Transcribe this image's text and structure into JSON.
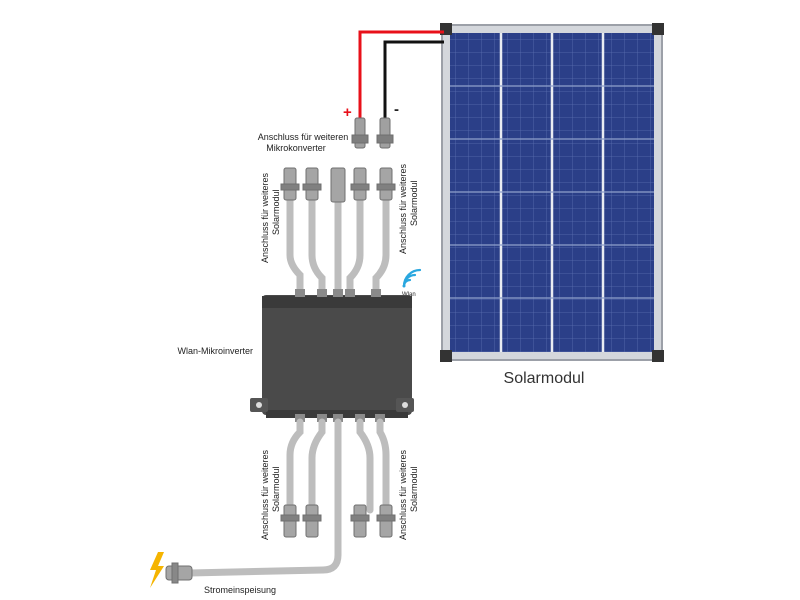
{
  "labels": {
    "mikro_connector_line1": "Anschluss für weiteren",
    "mikro_connector_line2": "Mikrokonverter",
    "solar_connector_line1": "Anschluss für weiteres",
    "solar_connector_line2": "Solarmodul",
    "inverter": "Wlan-Mikroinverter",
    "wlan": "Wlan",
    "solar_panel": "Solarmodul",
    "power_feed": "Stromeinspeisung",
    "plus_sign": "+",
    "minus_sign": "-"
  },
  "colors": {
    "positive_wire": "#e8101a",
    "negative_wire": "#111111",
    "cable": "#bfbfbf",
    "connector": "#9c9c9c",
    "inverter_body": "#4a4a4a",
    "panel_cell": "#2a3f86",
    "panel_frame": "#c9ccd2",
    "wifi": "#2aa7df",
    "lightning": "#f5b400"
  },
  "icons": {
    "wifi": "wifi-icon",
    "lightning": "lightning-bolt-icon"
  }
}
